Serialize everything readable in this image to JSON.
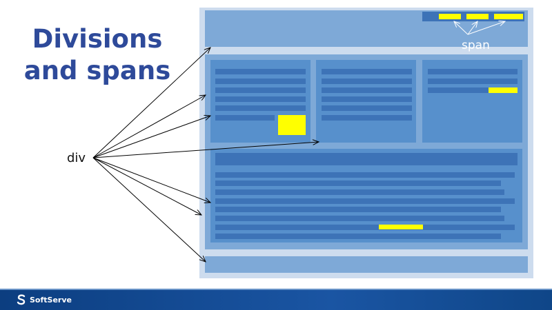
{
  "slide": {
    "title_line1": "Divisions",
    "title_line2": "and spans",
    "div_label": "div",
    "span_label": "span"
  },
  "footer": {
    "brand": "SoftServe"
  },
  "colors": {
    "title": "#2e4a9a",
    "page_bg": "#cddcee",
    "region": "#7ea9d7",
    "column": "#5790cc",
    "text_line": "#3d73b7",
    "highlight": "#ffff00",
    "footer_bar": "#1a55a3"
  }
}
